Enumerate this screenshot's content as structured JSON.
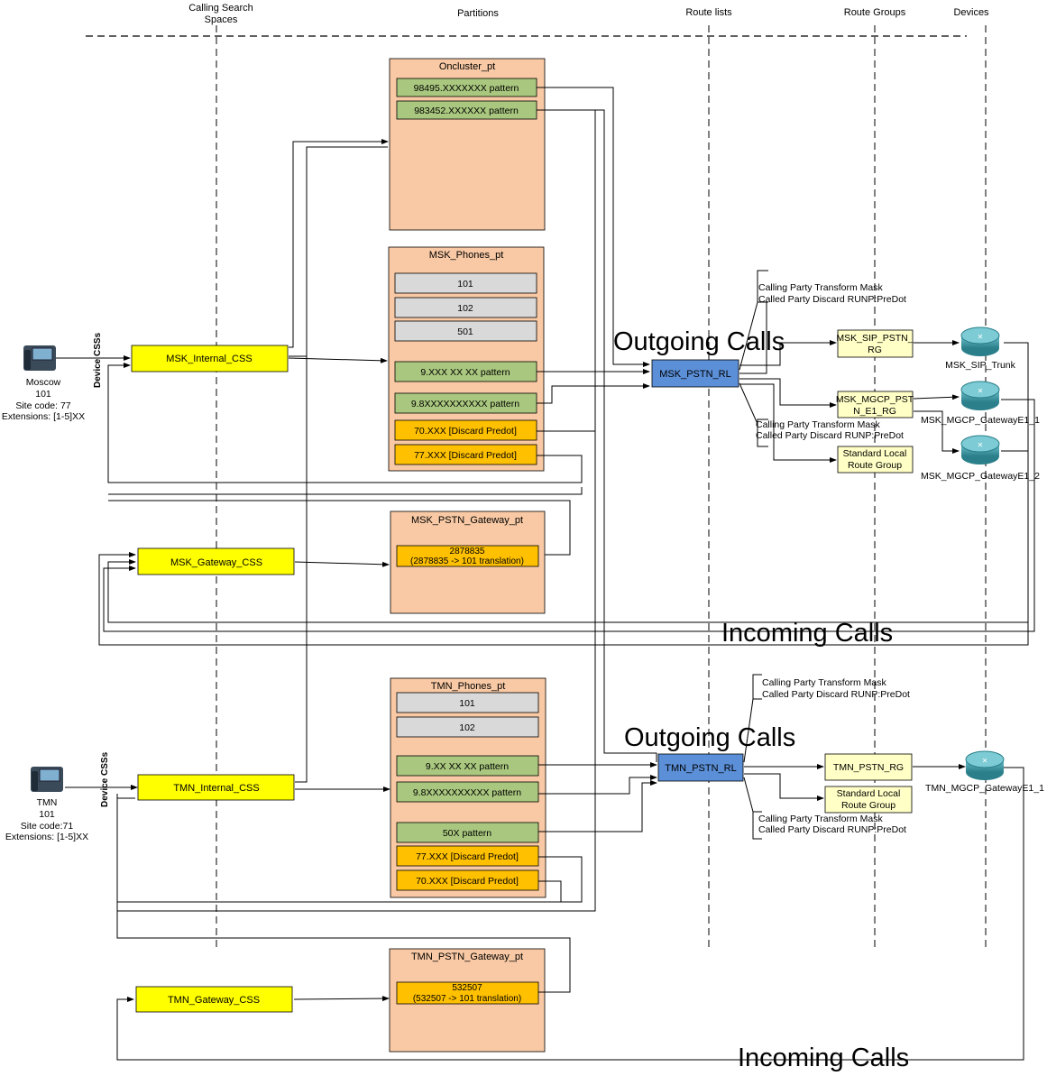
{
  "columns": {
    "css_line1": "Calling Search",
    "css_line2": "Spaces",
    "partitions": "Partitions",
    "route_lists": "Route lists",
    "route_groups": "Route Groups",
    "devices": "Devices"
  },
  "vertical_labels": {
    "msk": "Device CSSs",
    "tmn": "Device CSSs"
  },
  "phones": {
    "msk": {
      "line1": "Moscow",
      "line2": "101",
      "line3": "Site code: 77",
      "line4": "Extensions: [1-5]XX"
    },
    "tmn": {
      "line1": "TMN",
      "line2": "101",
      "line3": "Site code:71",
      "line4": "Extensions: [1-5]XX"
    }
  },
  "css_boxes": {
    "msk_internal": "MSK_Internal_CSS",
    "msk_gateway": "MSK_Gateway_CSS",
    "tmn_internal": "TMN_Internal_CSS",
    "tmn_gateway": "TMN_Gateway_CSS"
  },
  "partitions": {
    "oncluster": {
      "title": "Oncluster_pt",
      "patterns": [
        "98495.XXXXXXX pattern",
        "983452.XXXXXX pattern"
      ]
    },
    "msk_phones": {
      "title": "MSK_Phones_pt",
      "dns": [
        "101",
        "102",
        "501"
      ],
      "patterns": [
        "9.XXX XX XX pattern",
        "9.8XXXXXXXXXX pattern"
      ],
      "translations": [
        "70.XXX [Discard Predot]",
        "77.XXX [Discard Predot]"
      ]
    },
    "msk_pstn_gateway": {
      "title": "MSK_PSTN_Gateway_pt",
      "translation_line1": "2878835",
      "translation_line2": "(2878835 -> 101 translation)"
    },
    "tmn_phones": {
      "title": "TMN_Phones_pt",
      "dns": [
        "101",
        "102"
      ],
      "patterns": [
        "9.XX XX XX pattern",
        "9.8XXXXXXXXXX pattern",
        "50X pattern"
      ],
      "translations": [
        "77.XXX [Discard Predot]",
        "70.XXX [Discard Predot]"
      ]
    },
    "tmn_pstn_gateway": {
      "title": "TMN_PSTN_Gateway_pt",
      "translation_line1": "532507",
      "translation_line2": "(532507 -> 101 translation)"
    }
  },
  "route_lists": {
    "msk": "MSK_PSTN_RL",
    "tmn": "TMN_PSTN_RL"
  },
  "route_groups": {
    "msk_sip_line1": "MSK_SIP_PSTN_",
    "msk_sip_line2": "RG",
    "msk_mgcp_line1": "MSK_MGCP_PST",
    "msk_mgcp_line2": "N_E1_RG",
    "msk_local_line1": "Standard Local",
    "msk_local_line2": "Route Group",
    "tmn_pstn": "TMN_PSTN_RG",
    "tmn_local_line1": "Standard Local",
    "tmn_local_line2": "Route Group"
  },
  "devices": {
    "msk_sip": "MSK_SIP_Trunk",
    "msk_gw1": "MSK_MGCP_GatewayE1_1",
    "msk_gw2": "MSK_MGCP_GatewayE1_2",
    "tmn_gw": "TMN_MGCP_GatewayE1_1"
  },
  "transform_notes": {
    "line1": "Calling Party Transform Mask",
    "line2": "Called Party Discard RUNP:PreDot"
  },
  "flow_labels": {
    "outgoing": "Outgoing Calls",
    "incoming": "Incoming Calls"
  },
  "colors": {
    "partition_bg": "#f8c9a4",
    "css_yellow": "#ffff00",
    "pattern_green": "#a9c77e",
    "dn_gray": "#d9d9d9",
    "translation_orange": "#ffc000",
    "route_list_blue": "#5b8fd8",
    "route_group_yellow": "#ffffc6",
    "router_teal": "#3d9ca8"
  }
}
